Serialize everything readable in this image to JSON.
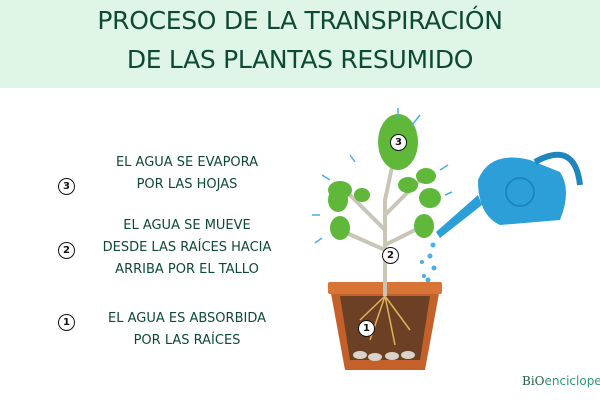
{
  "title": {
    "line1": "PROCESO DE LA TRANSPIRACIÓN",
    "line2": "DE LAS PLANTAS RESUMIDO"
  },
  "steps": [
    {
      "number": "3",
      "line1": "EL AGUA SE EVAPORA",
      "line2": "POR LAS HOJAS"
    },
    {
      "number": "2",
      "line1": "EL AGUA SE MUEVE",
      "line2": "DESDE LAS RAÍCES HACIA",
      "line3": "ARRIBA POR EL TALLO"
    },
    {
      "number": "1",
      "line1": "EL AGUA ES ABSORBIDA",
      "line2": "POR LAS RAÍCES"
    }
  ],
  "diagram_labels": {
    "leaf": "3",
    "stem": "2",
    "roots": "1"
  },
  "logo": {
    "bio": "BiO",
    "rest": "enciclopedia"
  },
  "colors": {
    "header_bg": "#dff5e5",
    "title": "#0d4a33",
    "leaf": "#5fb83a",
    "pot": "#c4602a",
    "can": "#2d9fd8",
    "water": "#4aaee8"
  }
}
